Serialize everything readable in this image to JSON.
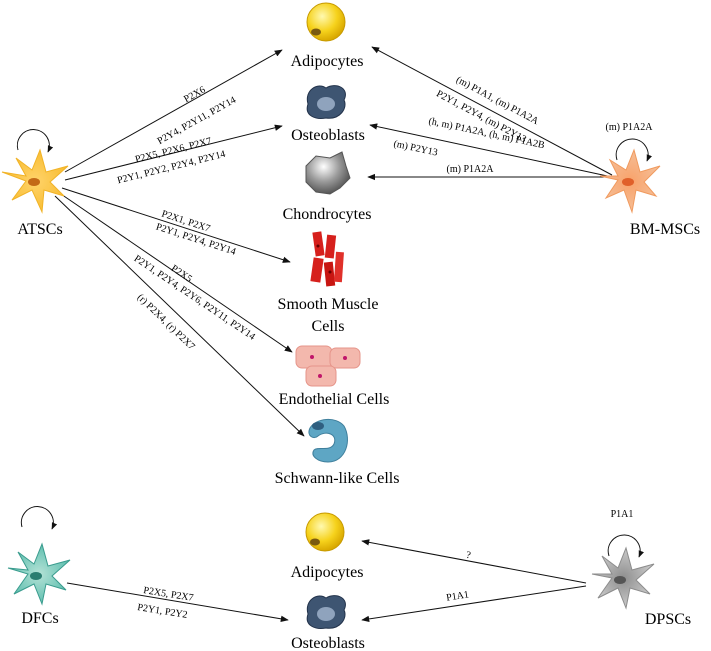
{
  "sources": {
    "atscs": "ATSCs",
    "bm_mscs": "BM-MSCs",
    "dfcs": "DFCs",
    "dpscs": "DPSCs"
  },
  "targets": {
    "adipocytes": "Adipocytes",
    "osteoblasts": "Osteoblasts",
    "chondrocytes": "Chondrocytes",
    "smooth_muscle_1": "Smooth Muscle",
    "smooth_muscle_2": "Cells",
    "endothelial": "Endothelial Cells",
    "schwann": "Schwann-like Cells",
    "adipocytes_2": "Adipocytes",
    "osteoblasts_2": "Osteoblasts"
  },
  "self_renewal": {
    "bm_mscs": "(m) P1A2A",
    "dpscs": "P1A1"
  },
  "edges": {
    "atscs_adipo_top": "P2X6",
    "atscs_adipo_bottom": "P2Y4, P2Y11, P2Y14",
    "atscs_osteo_top": "P2X5, P2X6, P2X7",
    "atscs_osteo_bottom": "P2Y1, P2Y2, P2Y4, P2Y14",
    "atscs_smooth_top": "P2X1, P2X7",
    "atscs_smooth_bottom": "P2Y1, P2Y4, P2Y14",
    "atscs_endo_top": "P2X5",
    "atscs_endo_bottom": "P2Y1, P2Y4, P2Y6, P2Y11, P2Y14",
    "atscs_schwann": "(r) P2X4, (r) P2X7",
    "bm_adipo_top": "(m) P1A1, (m) P1A2A",
    "bm_adipo_bottom": "P2Y1, P2Y4, (m) P2Y13",
    "bm_osteo_top": "(h, m) P1A2A, (h, m) P1A2B",
    "bm_osteo_bottom": "(m) P2Y13",
    "bm_chondro": "(m) P1A2A",
    "dfcs_osteo_top": "P2X5, P2X7",
    "dfcs_osteo_bottom": "P2Y1, P2Y2",
    "dpscs_adipo": "?",
    "dpscs_osteo": "P1A1"
  },
  "colors": {
    "atscs": "#f7c531",
    "bm_mscs": "#f5a96a",
    "dfcs": "#4fb8a8",
    "dpscs": "#bdbdbd",
    "adipocyte": "#f4d21e",
    "osteoblast": "#3e5572",
    "chondrocyte": "#8a8a8a",
    "smooth_muscle": "#d6201c",
    "endothelial": "#f3b8ad",
    "schwann": "#5ea6c4"
  }
}
